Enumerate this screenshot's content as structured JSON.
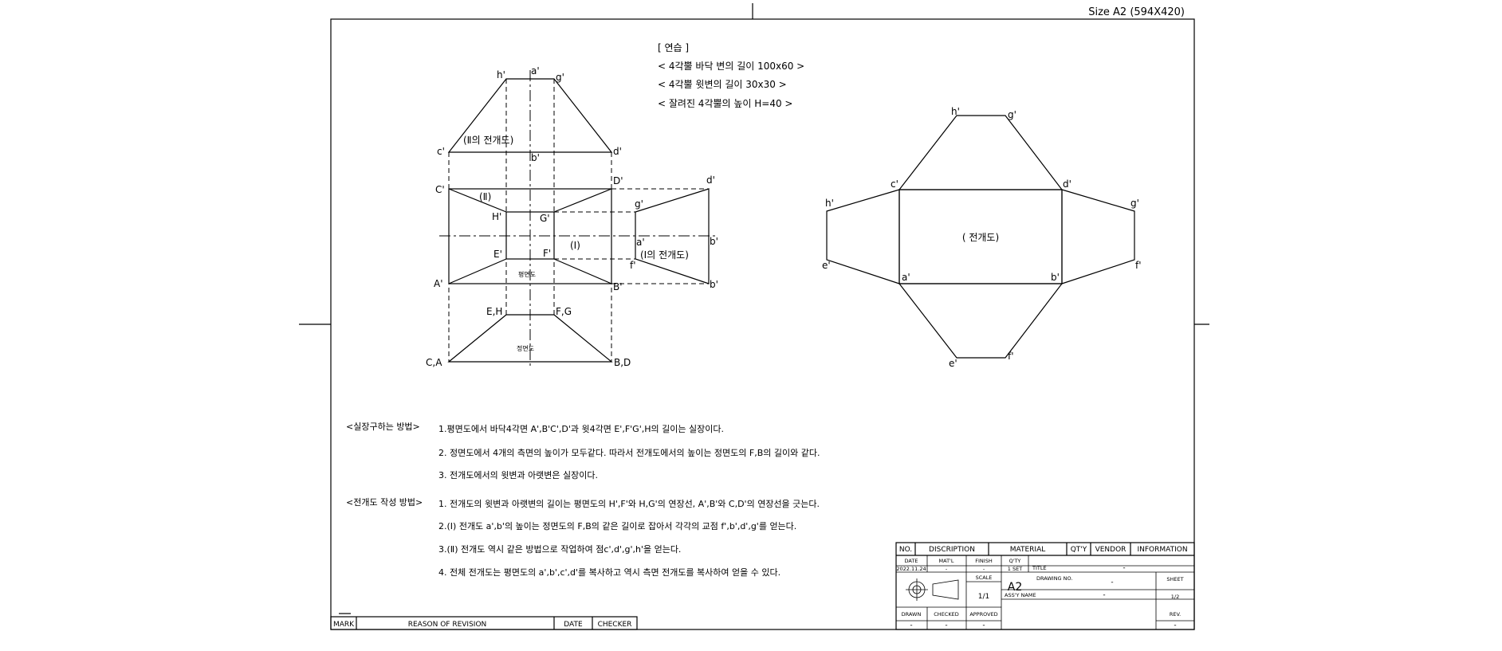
{
  "sheet": {
    "size_label": "Size A2 (594X420)"
  },
  "exercise": {
    "heading": "[ 연습 ]",
    "line1": "< 4각뿔 바닥 변의 길이 100x60 >",
    "line2": "< 4각뿔 윗변의 길이 30x30 >",
    "line3": "< 잘려진 4각뿔의 높이 H=40 >"
  },
  "left_view": {
    "labels": {
      "h1": "h'",
      "a1": "a'",
      "g1": "g'",
      "c1": "c'",
      "d1": "d'",
      "b1": "b'",
      "dev2": "(Ⅱ의 전개도)",
      "C": "C'",
      "D": "D'",
      "d2": "d'",
      "II": "(Ⅱ)",
      "H": "H'",
      "G": "G'",
      "g2": "g'",
      "E": "E'",
      "F": "F'",
      "I": "(Ⅰ)",
      "a2": "a'",
      "b2": "b'",
      "dev1": "(Ⅰ의 전개도)",
      "f2": "f'",
      "A": "A'",
      "B": "B'",
      "b3": "b'",
      "plan": "평면도",
      "EH": "E,H",
      "FG": "F,G",
      "front": "정면도",
      "CA": "C,A",
      "BD": "B,D"
    }
  },
  "right_view": {
    "labels": {
      "h_top": "h'",
      "g_top": "g'",
      "c": "c'",
      "d": "d'",
      "h_left": "h'",
      "g_right": "g'",
      "center": "( 전개도)",
      "e_left": "e'",
      "f_right": "f'",
      "a": "a'",
      "b": "b'",
      "e_bot": "e'",
      "f_bot": "f'"
    }
  },
  "methods": {
    "real_length": {
      "title": "<실장구하는 방법>",
      "step1": "1.평면도에서 바닥4각면 A',B'C',D'과  윗4각면 E',F'G',H의 길이는 실장이다.",
      "step2": "2. 정면도에서 4개의 측면의 높이가 모두같다. 따라서 전개도에서의 높이는 정면도의 F,B의 길이와 같다.",
      "step3": "3. 전개도에서의 윗변과 아랫변은 실장이다."
    },
    "development": {
      "title": "<전개도 작성 방법>",
      "step1": "1. 전개도의 윗변과 아랫변의 길이는 평면도의 H',F'와 H,G'의 연장선, A',B'와 C,D'의 연장선을 긋는다.",
      "step2": "2.(Ⅰ) 전개도 a',b'의 높이는  정면도의 F,B의 같은 길이로 잡아서 각각의 교점 f',b',d',g'를 얻는다.",
      "step3": "3.(Ⅱ) 전개도 역시 같은 방법으로 작업하여 점c',d',g',h'을 얻는다.",
      "step4": "4. 전체 전개도는 평면도의 a',b',c',d'를 복사하고 역시 측면 전개도를 복사하여 얻을 수 있다."
    }
  },
  "revision_block": {
    "mark": "MARK",
    "reason": "REASON OF REVISION",
    "date": "DATE",
    "checker": "CHECKER"
  },
  "title_block": {
    "headers": {
      "no": "NO.",
      "description": "DISCRIPTION",
      "material": "MATERIAL",
      "qty": "QT'Y",
      "vendor": "VENDOR",
      "information": "INFORMATION"
    },
    "row2": {
      "date_label": "DATE",
      "matl_label": "MAT'L",
      "finish_label": "FINISH",
      "qty_label": "Q'TY",
      "title_label": "TITLE",
      "date_value": "2022.11.24",
      "matl_value": "-",
      "finish_value": "-",
      "qty_value": "1 SET",
      "title_value": "-"
    },
    "row3": {
      "scale_label": "SCALE",
      "scale_value": "1/1",
      "size_value": "A2",
      "drawing_no_label": "DRAWING NO.",
      "drawing_no_value": "-",
      "sheet_label": "SHEET",
      "sheet_value": "1/2",
      "assy_label": "ASS'Y NAME",
      "assy_value": "-"
    },
    "row4": {
      "drawn_label": "DRAWN",
      "checked_label": "CHECKED",
      "approved_label": "APPROVED",
      "rev_label": "REV.",
      "drawn_value": "-",
      "checked_value": "-",
      "approved_value": "-",
      "rev_value": "-"
    }
  }
}
